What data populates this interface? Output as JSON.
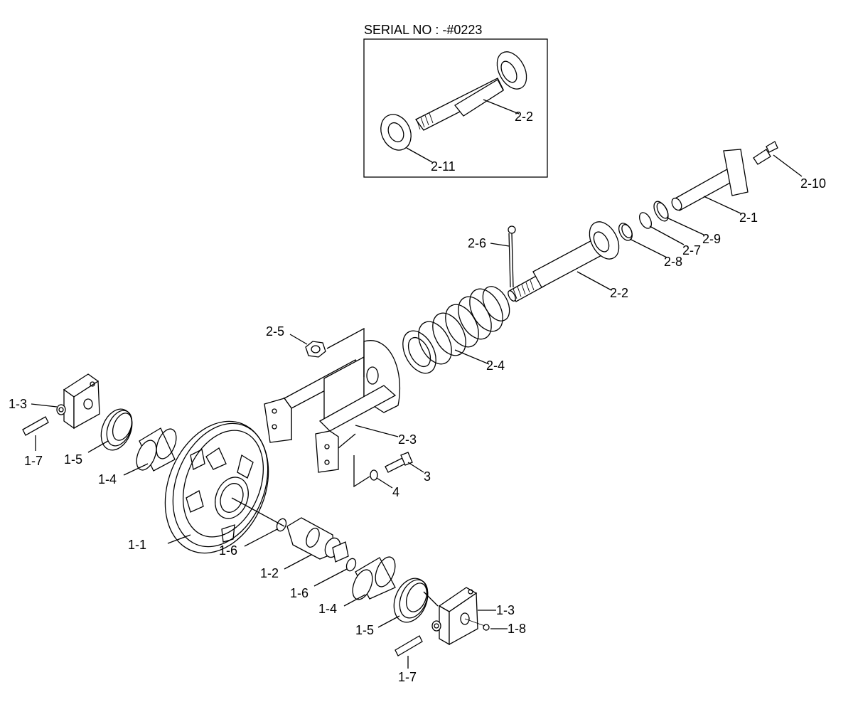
{
  "inset": {
    "serial_label": "SERIAL NO : -#0223"
  },
  "callouts": {
    "c_2_2_inset": "2-2",
    "c_2_11": "2-11",
    "c_2_10": "2-10",
    "c_2_1": "2-1",
    "c_2_9": "2-9",
    "c_2_7": "2-7",
    "c_2_8": "2-8",
    "c_2_6": "2-6",
    "c_2_2": "2-2",
    "c_2_5": "2-5",
    "c_2_4": "2-4",
    "c_2_3": "2-3",
    "c_3": "3",
    "c_4": "4",
    "c_1_3_left": "1-3",
    "c_1_7_left": "1-7",
    "c_1_5_left": "1-5",
    "c_1_4_left": "1-4",
    "c_1_1": "1-1",
    "c_1_6_upper": "1-6",
    "c_1_2": "1-2",
    "c_1_6_lower": "1-6",
    "c_1_4_right": "1-4",
    "c_1_5_right": "1-5",
    "c_1_3_right": "1-3",
    "c_1_8": "1-8",
    "c_1_7_right": "1-7"
  }
}
